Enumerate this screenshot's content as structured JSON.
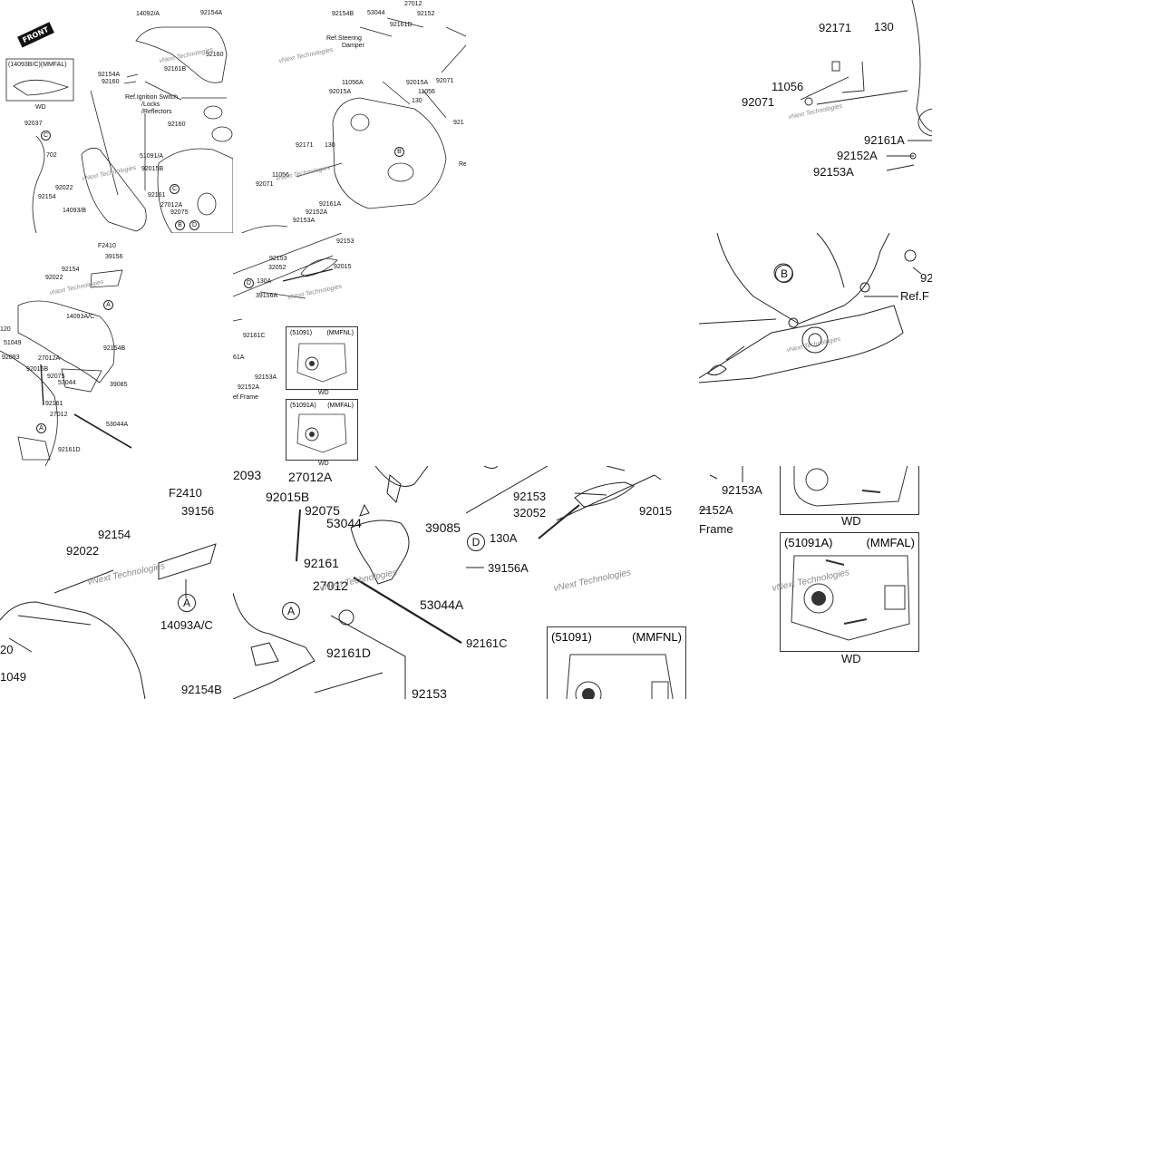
{
  "tiles": {
    "t1": {
      "labels": {
        "p14092A": "14092/A",
        "p92154A_top": "92154A",
        "p92160_top": "92160",
        "p92161B": "92161B",
        "p92154A": "92154A",
        "p92160": "92160",
        "ref_ignition_1": "Ref.Ignition Switch",
        "ref_ignition_2": "/Locks",
        "ref_ignition_3": "/Reflectors",
        "p92160_mid": "92160",
        "p51091A": "51091/A",
        "p92015B": "92015B",
        "p92161": "92161",
        "p27012A": "27012A",
        "p92075": "92075",
        "p14093B": "14093/B",
        "p92037": "92037",
        "p702": "702",
        "p92022": "92022",
        "p92154": "92154",
        "inset_head": "(14093B/C)(MMFAL)",
        "inset_foot": "WD",
        "front": "FRONT",
        "circ_c1": "C",
        "circ_c2": "C",
        "circ_b": "B",
        "circ_d": "D"
      },
      "watermark": "vNext Technologies"
    },
    "t2": {
      "labels": {
        "p92154B": "92154B",
        "p53044": "53044",
        "p27012": "27012",
        "p92152": "92152",
        "p92161D": "92161D",
        "ref_steer_1": "Ref.Steering",
        "ref_steer_2": "Damper",
        "p11056A": "11056A",
        "p92015A_l": "92015A",
        "p92015A_r": "92015A",
        "p92071_r": "92071",
        "p130_r": "130",
        "p11056": "11056",
        "p92171": "92171",
        "p130": "130",
        "p11056b": "11056",
        "p92071": "92071",
        "p92161A": "92161A",
        "p92152A": "92152A",
        "p92153A": "92153A",
        "p921_cut": "921",
        "re_cut": "Re",
        "circ_b": "B"
      },
      "watermark": "vNext Technologies"
    },
    "t4": {
      "labels": {
        "p92171": "92171",
        "p130": "130",
        "p11056": "11056",
        "p92071": "92071",
        "p92161A": "92161A",
        "p92152A": "92152A",
        "p92153A": "92153A"
      },
      "watermark": "vNext Technologies"
    },
    "t5": {
      "labels": {
        "pF2410": "F2410",
        "p39156": "39156",
        "p92154": "92154",
        "p92022": "92022",
        "p120": "120",
        "p51049": "51049",
        "p14093AC": "14093A/C",
        "p92093": "92093",
        "p92015B": "92015B",
        "p27012A": "27012A",
        "p92154B": "92154B",
        "p92075": "92075",
        "p53044": "53044",
        "p39085": "39085",
        "p92161": "92161",
        "p27012": "27012",
        "p53044A": "53044A",
        "p92161D": "92161D",
        "circ_a": "A",
        "circ_a2": "A"
      },
      "watermark": "vNext Technologies"
    },
    "t6": {
      "labels": {
        "p92153_top": "92153",
        "p92153": "92153",
        "p32052": "32052",
        "p92015": "92015",
        "p130A": "130A",
        "p39156A": "39156A",
        "circ_d": "D",
        "p92161C": "92161C",
        "p61A": "61A",
        "p92153A": "92153A",
        "p92152A": "92152A",
        "ref_frame": "ef.Frame"
      },
      "boxes": [
        {
          "hdr_a": "(51091)",
          "hdr_b": "(MMFNL)",
          "foot": "WD"
        },
        {
          "hdr_a": "(51091A)",
          "hdr_b": "(MMFAL)",
          "foot": "WD"
        }
      ],
      "watermark": "vNext Technologies"
    },
    "t8": {
      "labels": {
        "circ_b": "B",
        "ref_f": "Ref.F",
        "p92_cut": "92"
      },
      "watermark": "vNext Technologies"
    },
    "t9": {
      "labels": {
        "pF2410": "F2410",
        "p39156": "39156",
        "p92154": "92154",
        "p92022": "92022",
        "p14093AC": "14093A/C",
        "p20": "20",
        "p1049": "1049",
        "p92154B": "92154B",
        "circ_a": "A"
      },
      "watermark": "vNext Technologies"
    },
    "t10": {
      "labels": {
        "p2093": "2093",
        "p27012A": "27012A",
        "p92015B": "92015B",
        "p92075": "92075",
        "p53044": "53044",
        "p39085": "39085",
        "p92161": "92161",
        "p27012": "27012",
        "p53044A": "53044A",
        "p92161D": "92161D",
        "p92153": "92153",
        "circ_a": "A"
      },
      "watermark": "vNext Technologies"
    },
    "t11": {
      "labels": {
        "p92153": "92153",
        "p32052": "32052",
        "p92015": "92015",
        "p130A": "130A",
        "p39156A": "39156A",
        "p92161C": "92161C",
        "circ_d": "D"
      },
      "box": {
        "hdr_a": "(51091)",
        "hdr_b": "(MMFNL)"
      },
      "watermark": "vNext Technologies"
    },
    "t12": {
      "labels": {
        "p2152A": "2152A",
        "p92153A": "92153A",
        "ref_frame": "Frame"
      },
      "box_top": {
        "foot": "WD"
      },
      "box": {
        "hdr_a": "(51091A)",
        "hdr_b": "(MMFAL)",
        "foot": "WD"
      },
      "watermark": "vNext Technologies"
    }
  }
}
